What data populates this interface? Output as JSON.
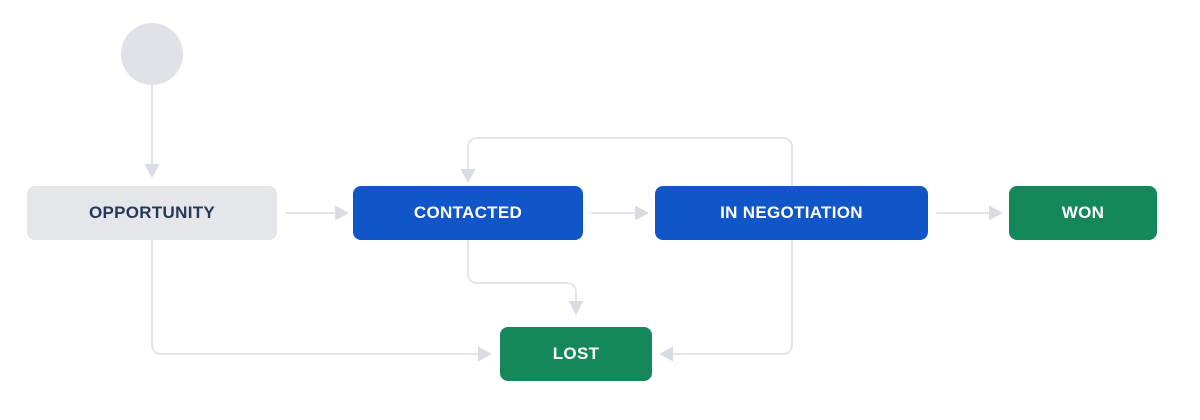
{
  "diagram": {
    "type": "workflow",
    "background": "#FFFFFF",
    "colors": {
      "connector_line": "#E3E5EA",
      "arrowhead": "#D9DCE2",
      "start_node_fill": "#E0E2E7"
    },
    "nodes": [
      {
        "id": "start",
        "label": "",
        "bg": "#E0E2E7",
        "text_color": "#253858",
        "shape": "circle"
      },
      {
        "id": "opportunity",
        "label": "OPPORTUNITY",
        "bg": "#E4E6EA",
        "text_color": "#253858",
        "shape": "rounded-rect"
      },
      {
        "id": "contacted",
        "label": "CONTACTED",
        "bg": "#1156C9",
        "text_color": "#FFFFFF",
        "shape": "rounded-rect"
      },
      {
        "id": "negotiation",
        "label": "IN NEGOTIATION",
        "bg": "#1156C9",
        "text_color": "#FFFFFF",
        "shape": "rounded-rect"
      },
      {
        "id": "won",
        "label": "WON",
        "bg": "#14875B",
        "text_color": "#FFFFFF",
        "shape": "rounded-rect"
      },
      {
        "id": "lost",
        "label": "LOST",
        "bg": "#14875B",
        "text_color": "#FFFFFF",
        "shape": "rounded-rect"
      }
    ],
    "edges": [
      {
        "from": "start",
        "to": "opportunity"
      },
      {
        "from": "opportunity",
        "to": "contacted"
      },
      {
        "from": "contacted",
        "to": "negotiation"
      },
      {
        "from": "negotiation",
        "to": "contacted"
      },
      {
        "from": "negotiation",
        "to": "won"
      },
      {
        "from": "opportunity",
        "to": "lost"
      },
      {
        "from": "contacted",
        "to": "lost"
      },
      {
        "from": "negotiation",
        "to": "lost"
      }
    ]
  }
}
